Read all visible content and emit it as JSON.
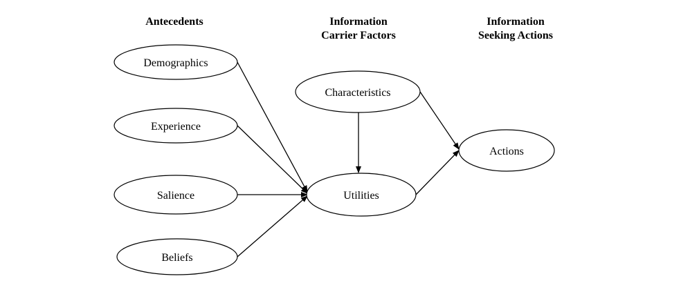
{
  "headers": {
    "antecedents": [
      "Antecedents"
    ],
    "carrier": [
      "Information",
      "Carrier Factors"
    ],
    "seeking": [
      "Information",
      "Seeking Actions"
    ]
  },
  "nodes": {
    "demographics": "Demographics",
    "experience": "Experience",
    "salience": "Salience",
    "beliefs": "Beliefs",
    "characteristics": "Characteristics",
    "utilities": "Utilities",
    "actions": "Actions"
  },
  "edges": [
    {
      "from": "demographics",
      "to": "utilities"
    },
    {
      "from": "experience",
      "to": "utilities"
    },
    {
      "from": "salience",
      "to": "utilities"
    },
    {
      "from": "beliefs",
      "to": "utilities"
    },
    {
      "from": "characteristics",
      "to": "utilities"
    },
    {
      "from": "characteristics",
      "to": "actions"
    },
    {
      "from": "utilities",
      "to": "actions"
    }
  ]
}
